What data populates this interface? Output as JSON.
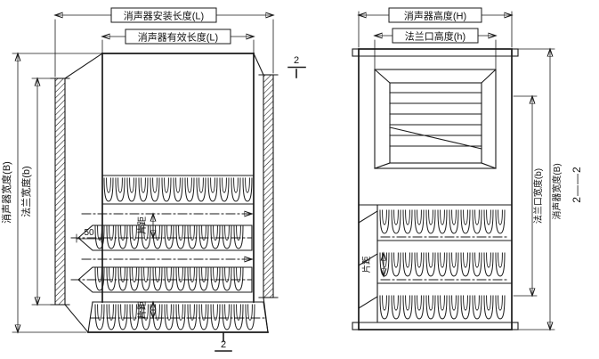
{
  "page": {
    "background": "#ffffff",
    "ink": "#1a1a1a"
  },
  "left_view": {
    "dim_installation_length": "消声器安装长度(L)",
    "dim_effective_length": "消声器有效长度(L)",
    "dim_width": "消声器宽度(B)",
    "dim_flange_width": "法兰宽度(b)",
    "dim_fifty": "50",
    "blade_spacing_upper": "片距",
    "blade_spacing_lower": "片距",
    "section_mark_top": "2",
    "section_mark_bottom": "2"
  },
  "right_view": {
    "dim_height": "消声器高度(H)",
    "dim_flange_height": "法兰口高度(h)",
    "dim_flange_width": "法兰口宽度(b)",
    "dim_width": "消声器宽度(B)",
    "blade_spacing": "片距",
    "section_label": "2——2"
  }
}
